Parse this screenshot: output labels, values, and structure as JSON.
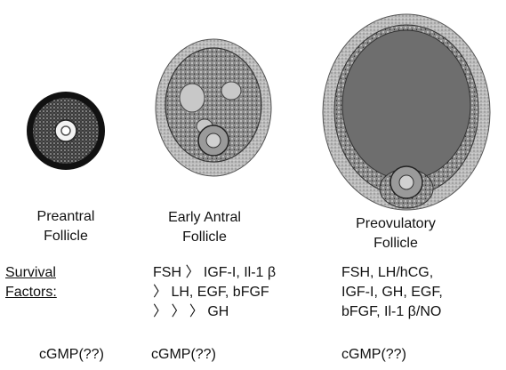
{
  "follicles": [
    {
      "name_line1": "Preantral",
      "name_line2": "Follicle"
    },
    {
      "name_line1": "Early Antral",
      "name_line2": "Follicle"
    },
    {
      "name_line1": "Preovulatory",
      "name_line2": "Follicle"
    }
  ],
  "survival_label": {
    "line1": "Survival",
    "line2": "Factors:"
  },
  "factors": {
    "early_antral": [
      "FSH 〉 IGF-I, Il-1 β",
      "〉 LH, EGF, bFGF",
      "〉 〉 〉 GH"
    ],
    "preovulatory": [
      "FSH, LH/hCG,",
      "IGF-I, GH, EGF,",
      "bFGF, Il-1 β/NO"
    ]
  },
  "cgmp": [
    "cGMP(??)",
    "cGMP(??)",
    "cGMP(??)"
  ]
}
